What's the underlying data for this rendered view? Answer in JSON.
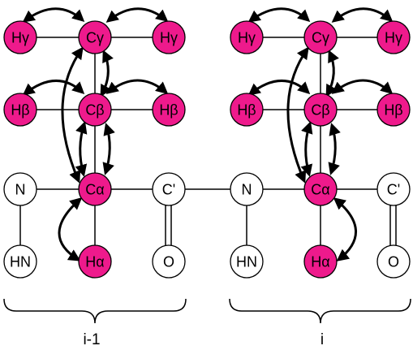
{
  "colors": {
    "highlight_fill": "#ee1a8c",
    "plain_fill": "#ffffff",
    "stroke": "#000000"
  },
  "residues": [
    {
      "label": "i-1",
      "atoms": {
        "hg_left": "Hγ",
        "cg": "Cγ",
        "hg_right": "Hγ",
        "hb_left": "Hβ",
        "cb": "Cβ",
        "hb_right": "Hβ",
        "n": "N",
        "ca": "Cα",
        "c": "C'",
        "hn": "HN",
        "ha": "Hα",
        "o": "O"
      }
    },
    {
      "label": "i",
      "atoms": {
        "hg_left": "Hγ",
        "cg": "Cγ",
        "hg_right": "Hγ",
        "hb_left": "Hβ",
        "cb": "Cβ",
        "hb_right": "Hβ",
        "n": "N",
        "ca": "Cα",
        "c": "C'",
        "hn": "HN",
        "ha": "Hα",
        "o": "O"
      }
    }
  ]
}
